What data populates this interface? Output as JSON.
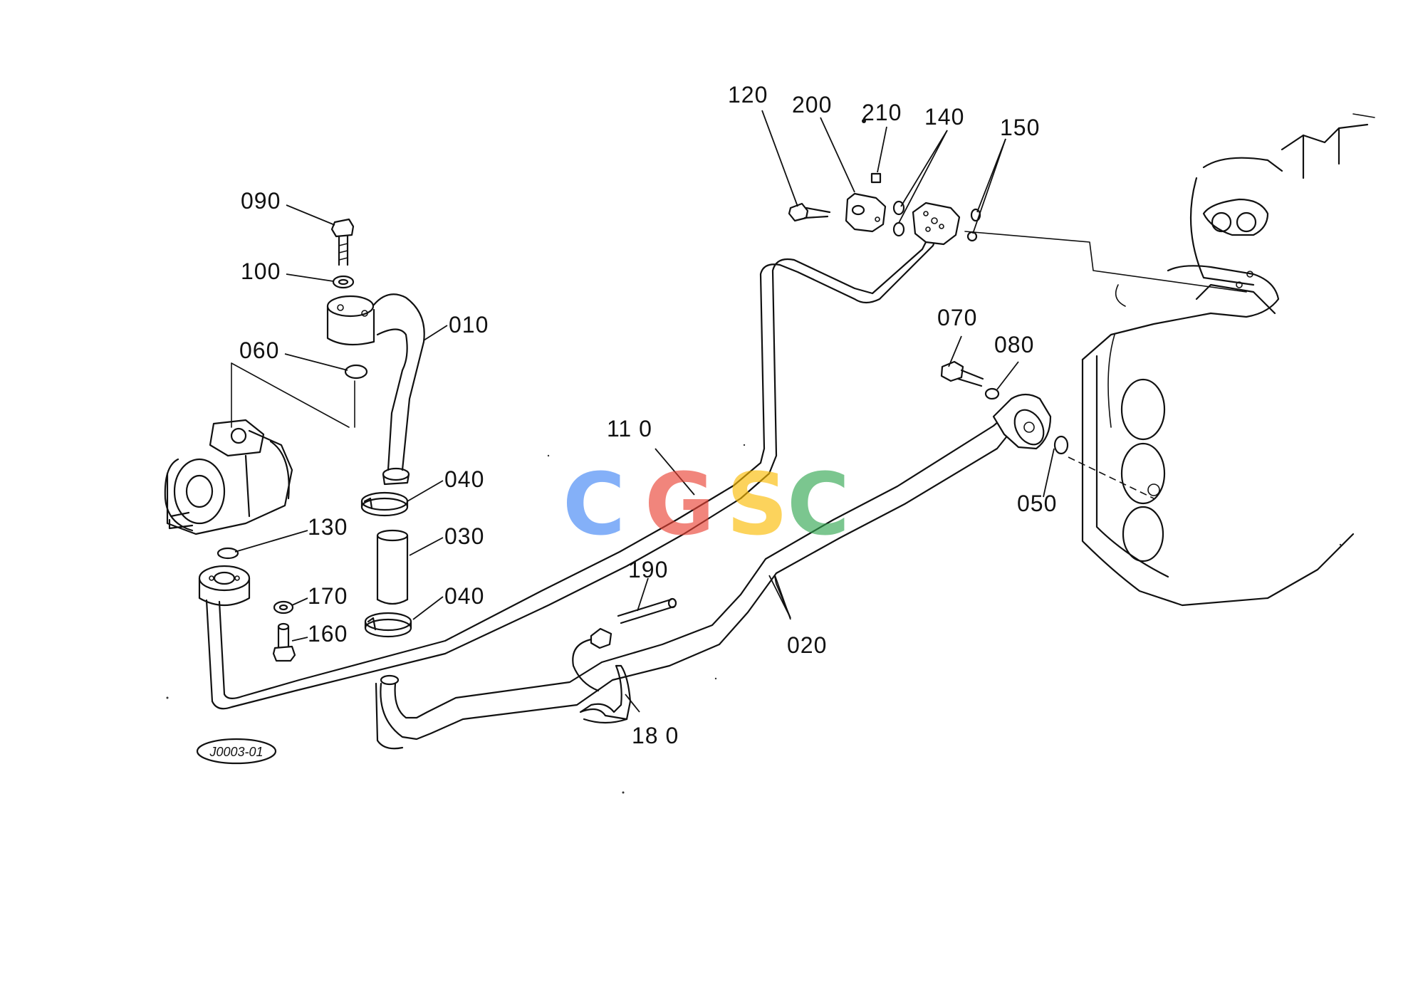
{
  "figure_id": "J0003-01",
  "watermark": {
    "letters": [
      "C",
      "G",
      "S",
      "C"
    ],
    "colors": [
      "#4285f4",
      "#ea4335",
      "#fbbc05",
      "#34a853"
    ],
    "opacity": 0.65
  },
  "part_labels": {
    "p010": "010",
    "p020": "020",
    "p030": "030",
    "p040a": "040",
    "p040b": "040",
    "p050": "050",
    "p060": "060",
    "p070": "070",
    "p080": "080",
    "p090": "090",
    "p100": "100",
    "p110": "11 0",
    "p120": "120",
    "p130": "130",
    "p140": "140",
    "p150": "150",
    "p160": "160",
    "p170": "170",
    "p180": "18 0",
    "p190": "190",
    "p200": "200",
    "p210": "210"
  }
}
